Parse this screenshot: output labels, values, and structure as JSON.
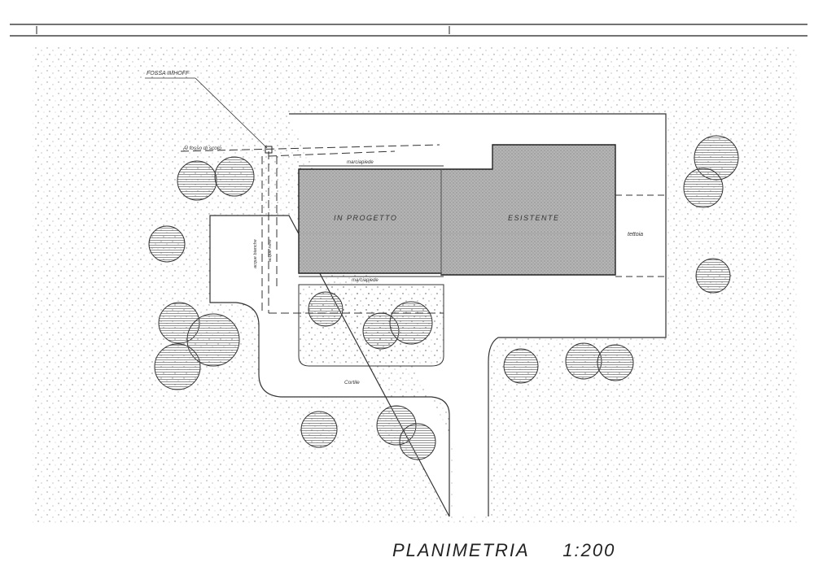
{
  "drawing": {
    "title": "PLANIMETRIA",
    "scale": "1:200",
    "labels": {
      "septic_tank": "FOSSA IMHOFF",
      "drain": "Al fosso di scolo",
      "proposed": "IN PROGETTO",
      "existing": "ESISTENTE",
      "sidewalk_top": "marciapiede",
      "sidewalk_bottom": "marciapiede",
      "driveway": "Cortile",
      "canopy": "tettoia",
      "water_line_1": "acque bianche",
      "water_line_2": "acque nere"
    }
  },
  "colors": {
    "ink": "#333333",
    "hatch": "#9a9a9a",
    "building_fill": "#bdbdbd",
    "paper": "#ffffff"
  }
}
